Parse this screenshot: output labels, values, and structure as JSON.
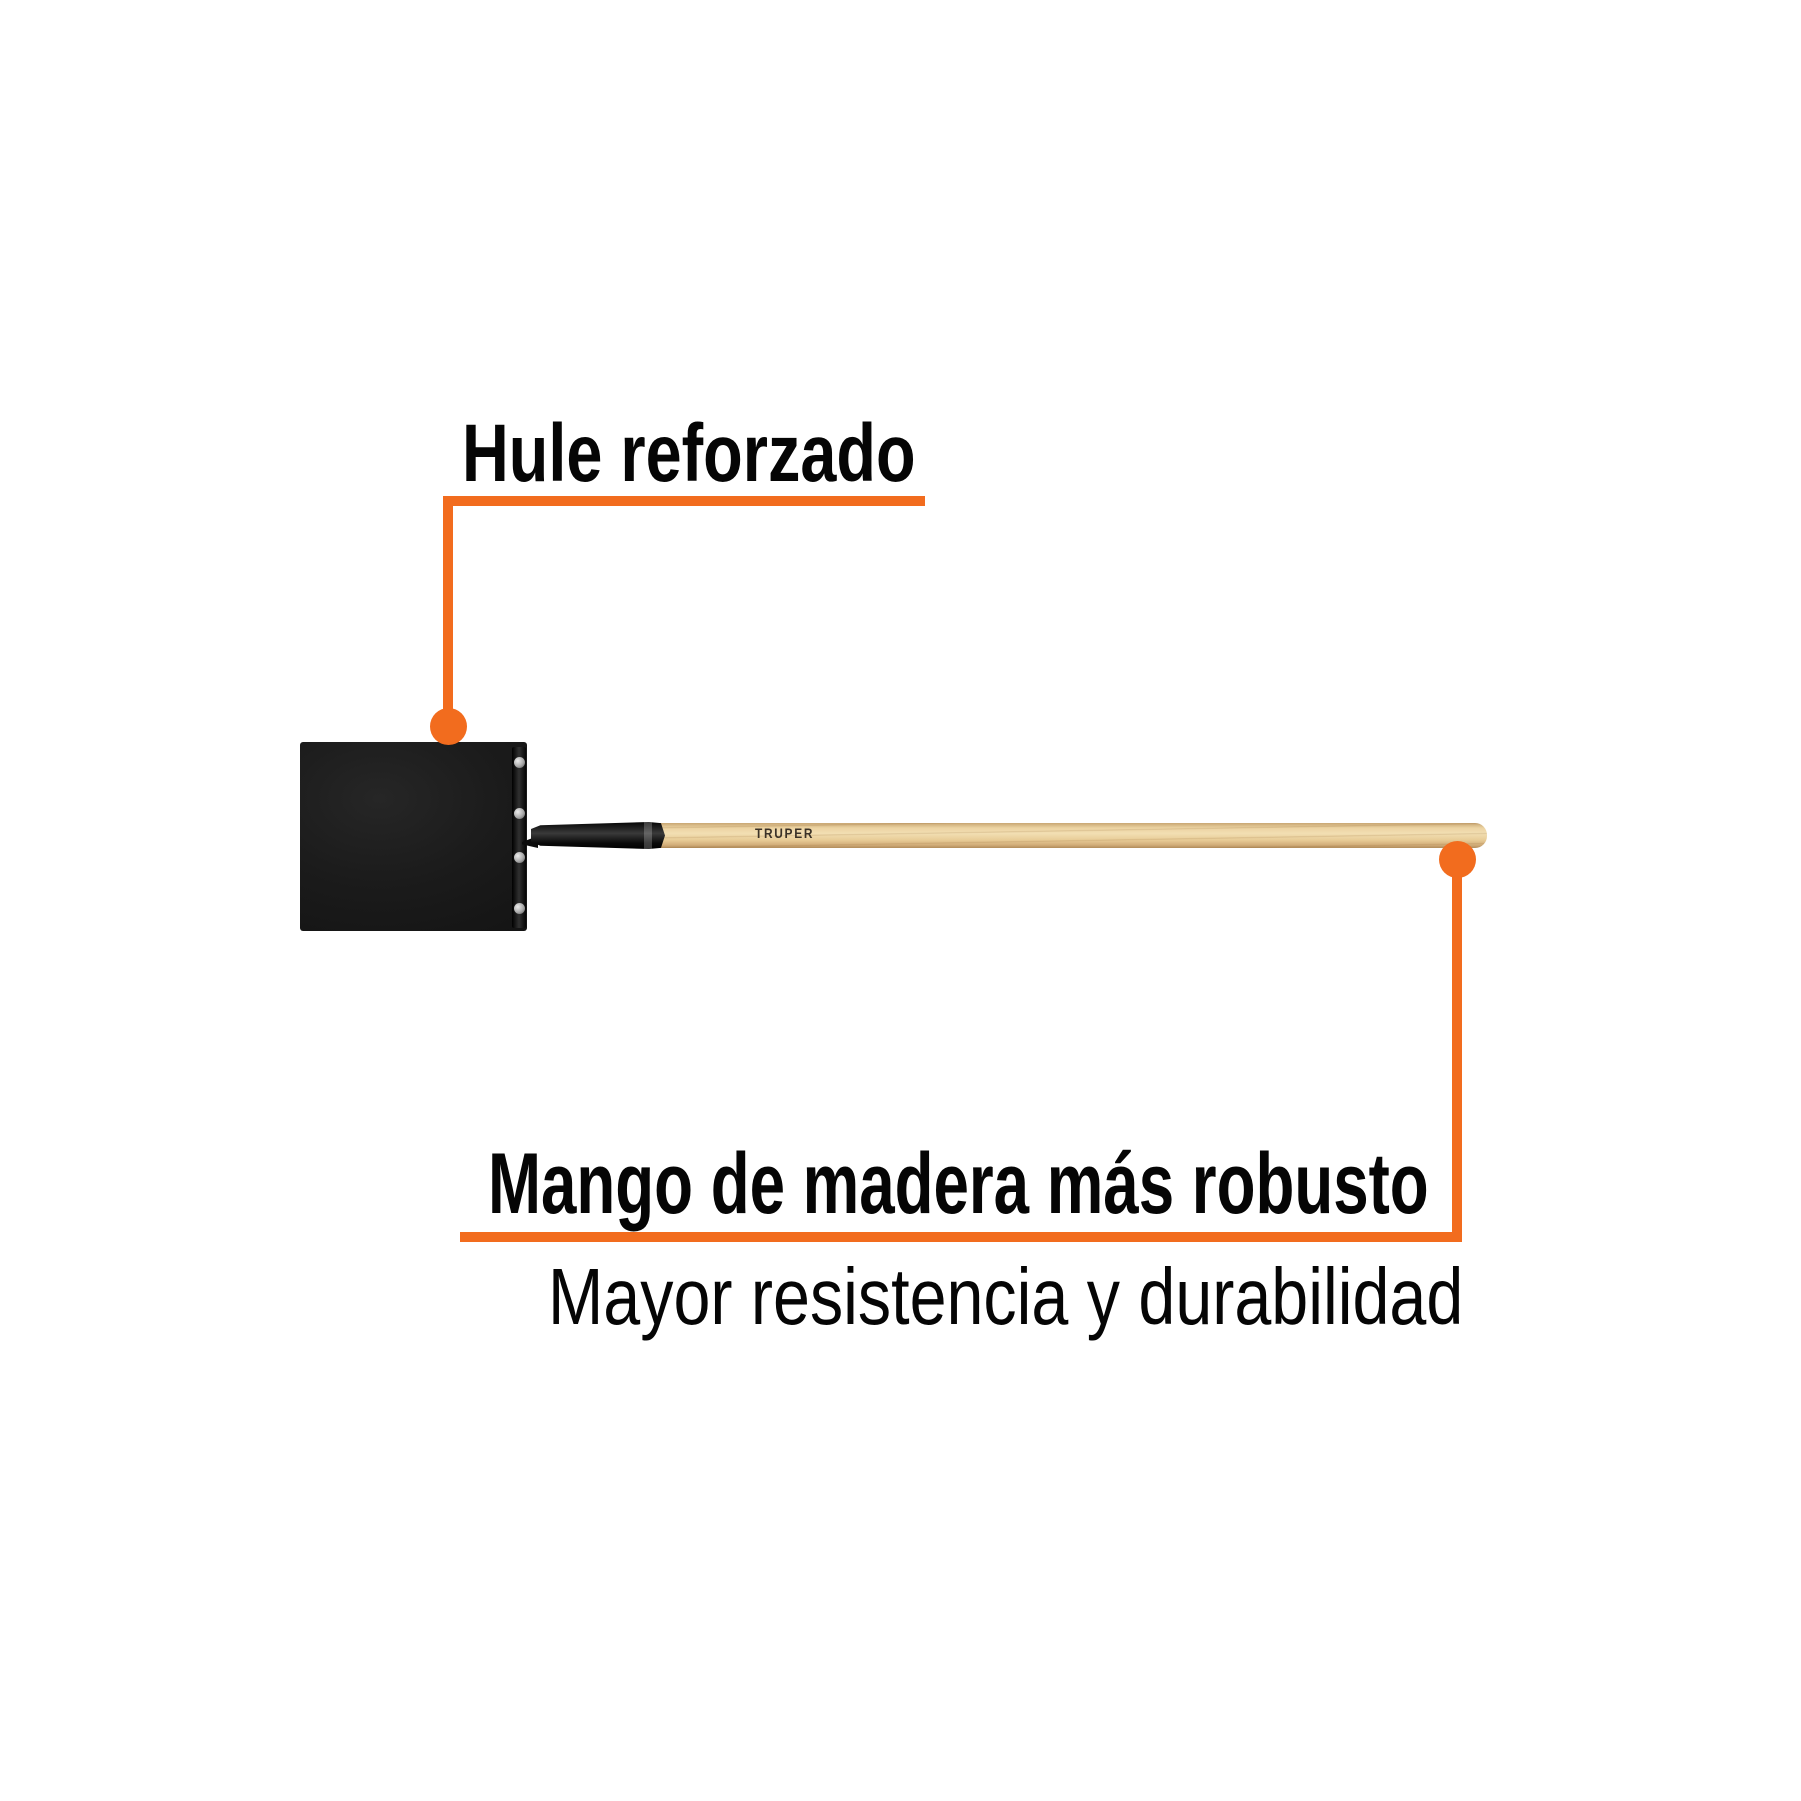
{
  "product": {
    "brand_label": "TRUPER"
  },
  "annotations": {
    "blade_callout": {
      "label": "Hule reforzado"
    },
    "handle_callout": {
      "title": "Mango de madera más robusto",
      "subtitle": "Mayor resistencia y durabilidad"
    }
  },
  "colors": {
    "background": "#FFFFFF",
    "accent_orange": "#F26C1E",
    "text_black": "#050505",
    "blade_black": "#1B1B1B",
    "wood_light": "#F2DFB3",
    "wood_dark": "#B08B5A",
    "screw_silver": "#C9C9C9",
    "brand_text": "#3B3227"
  }
}
